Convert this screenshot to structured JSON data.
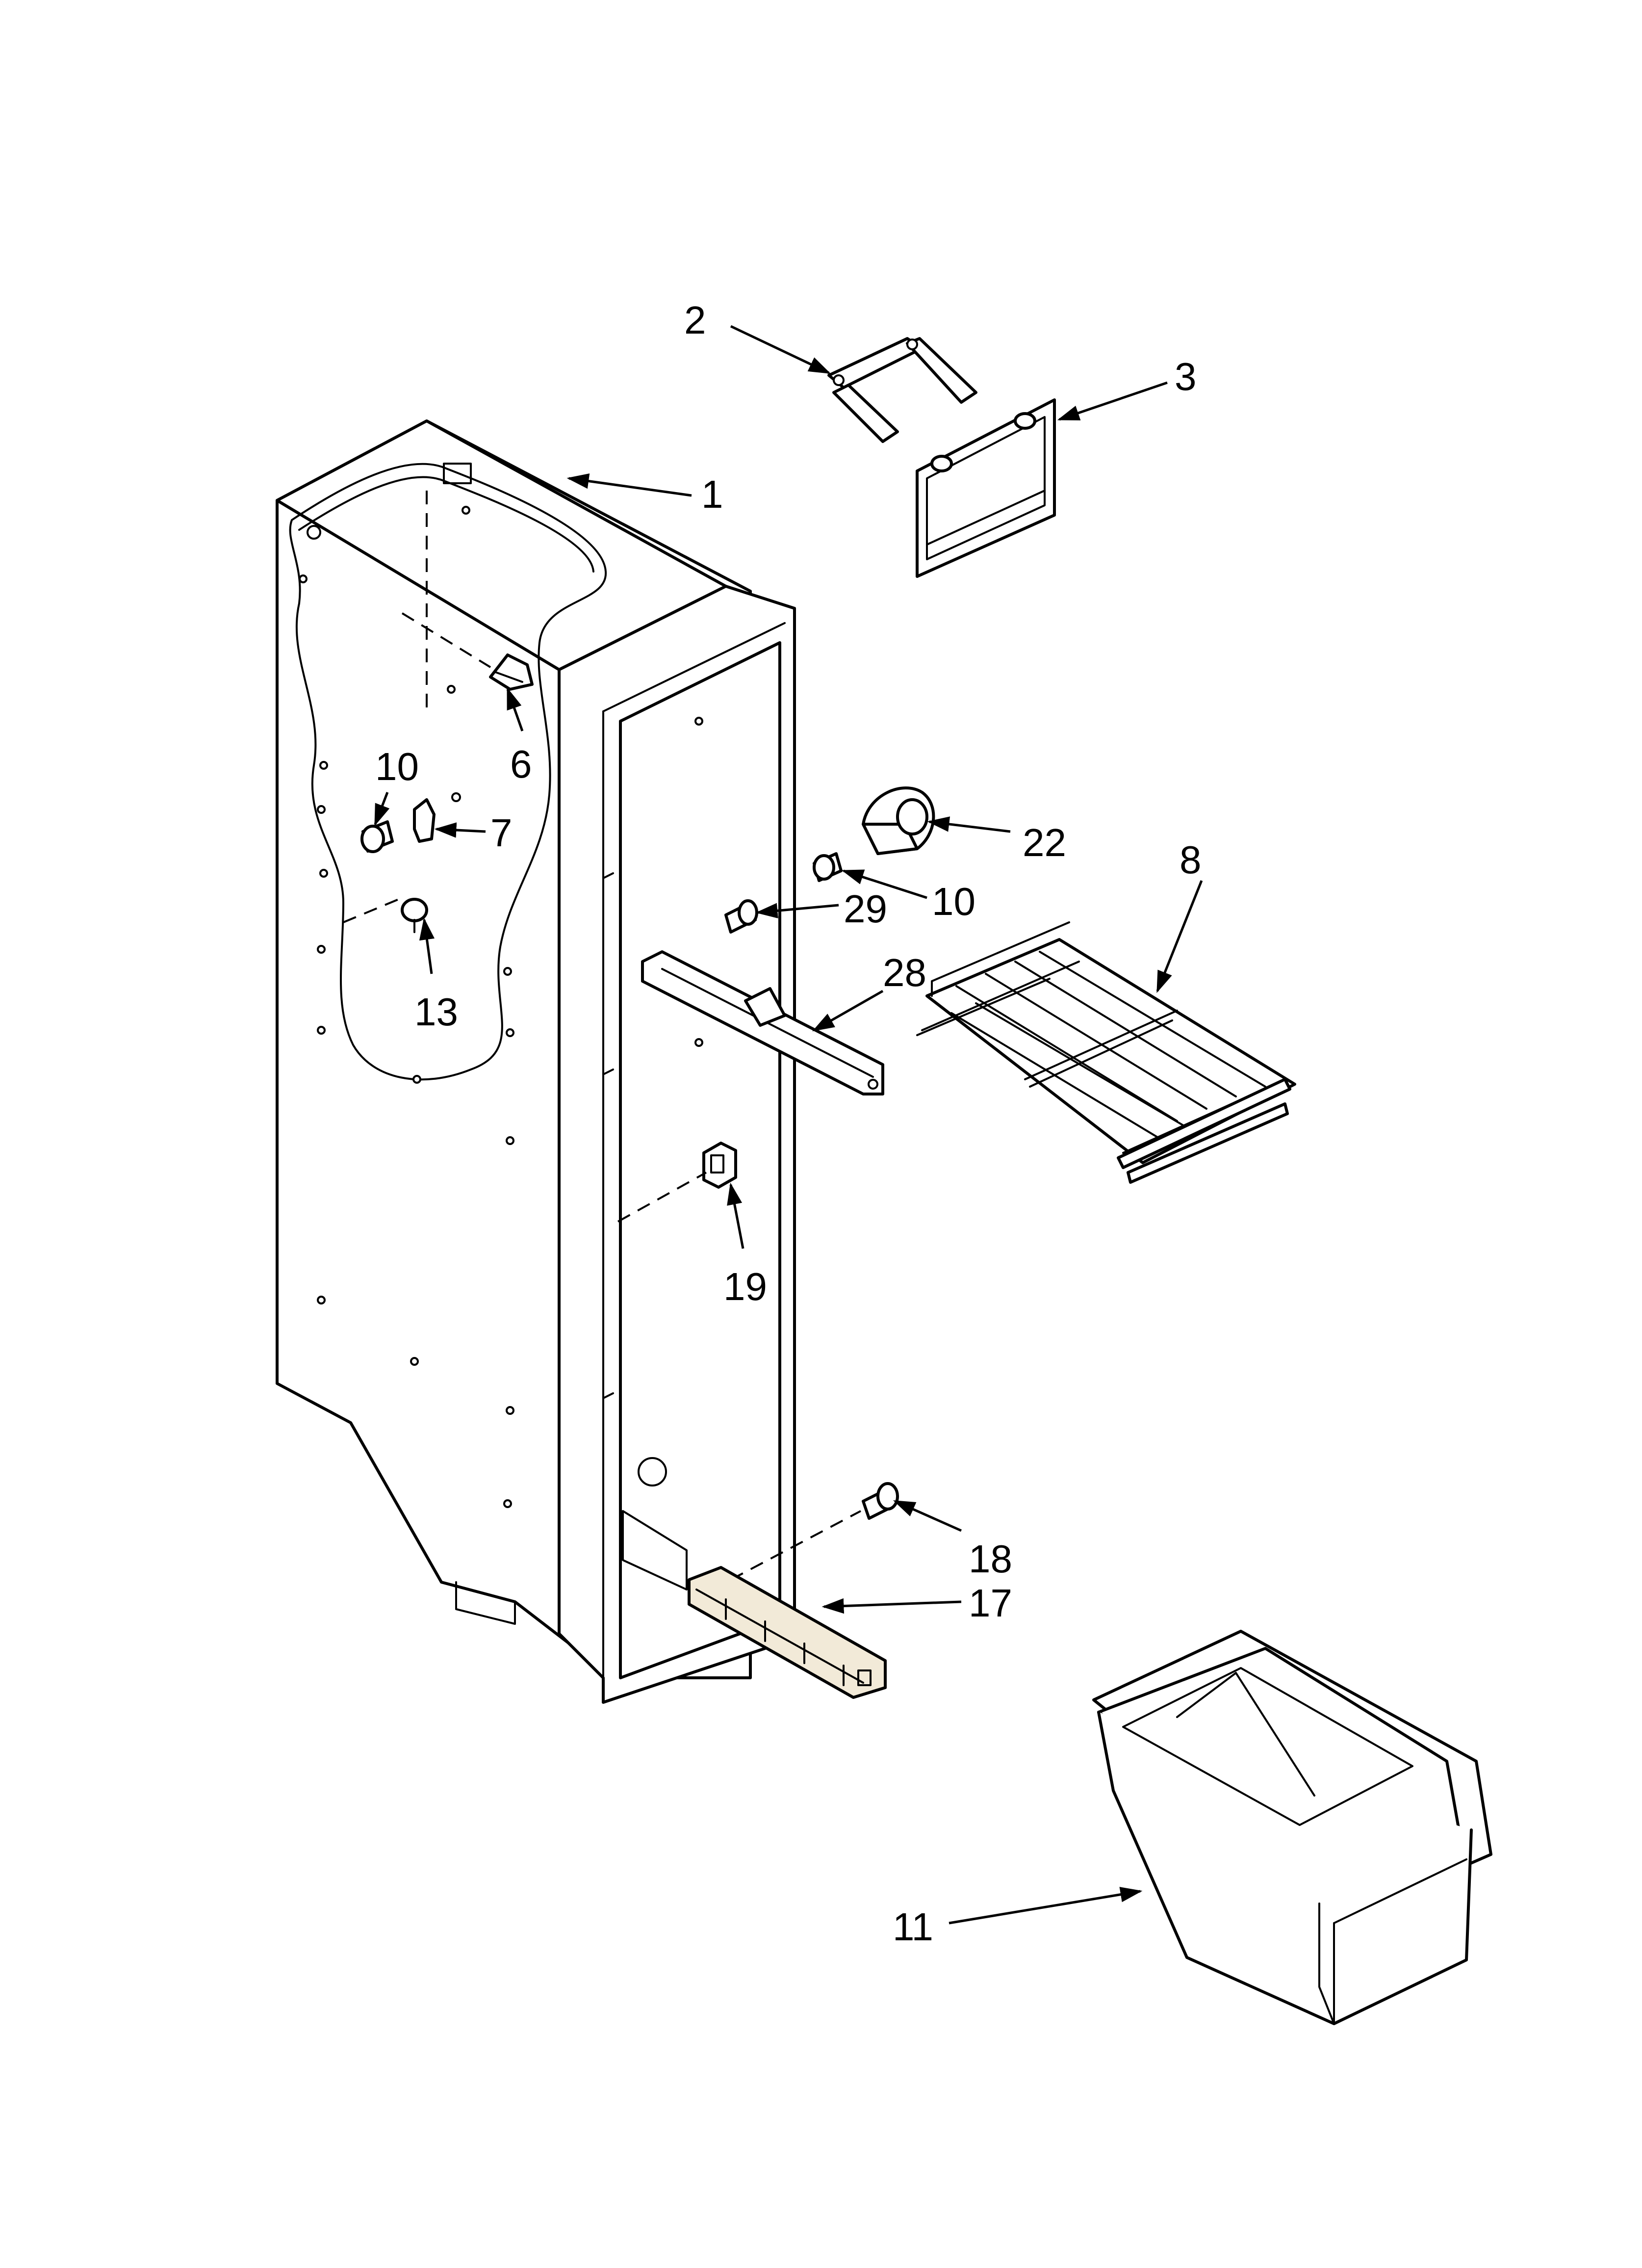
{
  "colors": {
    "background": "#ffffff",
    "line": "#000000",
    "part_tint": "#f2ead8"
  },
  "callouts": {
    "c1": "1",
    "c2": "2",
    "c3": "3",
    "c6": "6",
    "c7": "7",
    "c8": "8",
    "c10a": "10",
    "c10b": "10",
    "c11": "11",
    "c13": "13",
    "c17": "17",
    "c18": "18",
    "c19": "19",
    "c22": "22",
    "c28": "28",
    "c29": "29"
  }
}
